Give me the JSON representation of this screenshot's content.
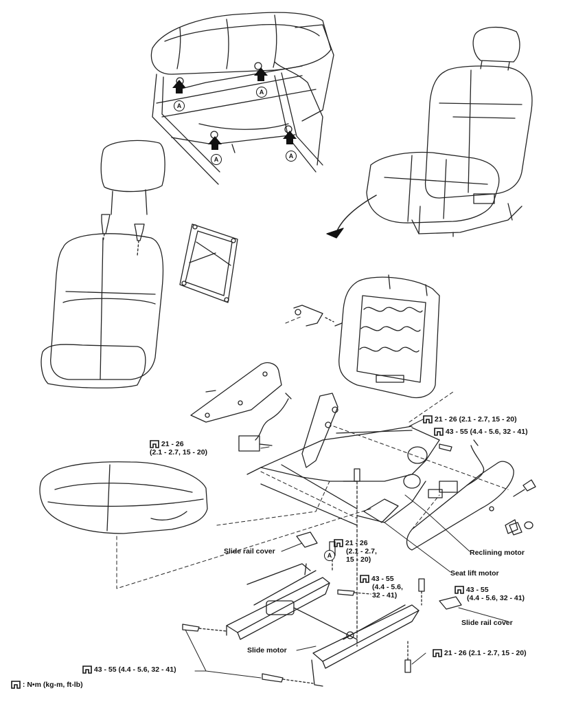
{
  "torque_specs": {
    "t1": "21 - 26 (2.1 - 2.7, 15 - 20)",
    "t2": "43 - 55 (4.4 - 5.6, 32 - 41)",
    "t3_line1": "21 - 26",
    "t3_line2": "(2.1 - 2.7, 15 - 20)",
    "t4_line1": "21 - 26",
    "t4_line2": "(2.1 - 2.7,",
    "t4_line3": "15 - 20)",
    "t5_line1": "43 - 55",
    "t5_line2": "(4.4 - 5.6,",
    "t5_line3": "32 - 41)",
    "t6_line1": "43 - 55",
    "t6_line2": "(4.4 - 5.6, 32 - 41)",
    "t7": "21 - 26 (2.1 - 2.7, 15 - 20)",
    "t8": "43 - 55 (4.4 - 5.6, 32 - 41)"
  },
  "labels": {
    "slide_rail_cover_1": "Slide rail cover",
    "reclining_motor": "Reclining motor",
    "seat_lift_motor": "Seat lift motor",
    "slide_rail_cover_2": "Slide rail cover",
    "slide_motor": "Slide motor"
  },
  "callouts": {
    "a": "A"
  },
  "legend": {
    "text": ": N•m (kg-m, ft-lb)"
  },
  "icons": {
    "torque": "torque-wrench-icon"
  }
}
